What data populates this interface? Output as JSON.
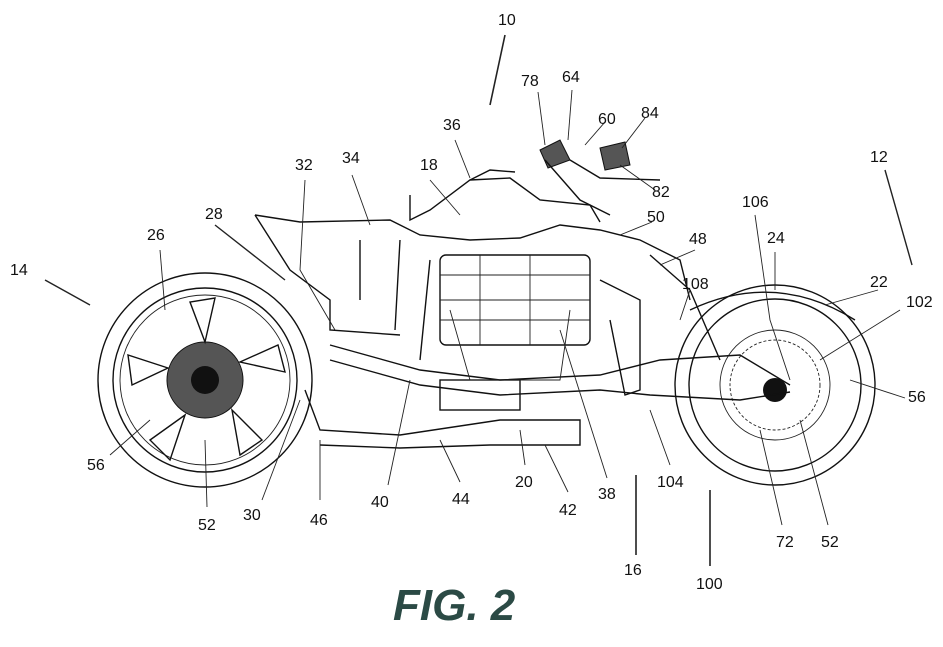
{
  "figure": {
    "caption": "FIG. 2"
  },
  "reference_numerals": {
    "r10": "10",
    "r78": "78",
    "r64": "64",
    "r60": "60",
    "r84": "84",
    "r36": "36",
    "r18": "18",
    "r32": "32",
    "r34": "34",
    "r28": "28",
    "r26": "26",
    "r14": "14",
    "r12": "12",
    "r106": "106",
    "r24": "24",
    "r50": "50",
    "r48": "48",
    "r22": "22",
    "r108": "108",
    "r102": "102",
    "r56a": "56",
    "r56b": "56",
    "r52a": "52",
    "r52b": "52",
    "r30": "30",
    "r46": "46",
    "r40": "40",
    "r44": "44",
    "r20": "20",
    "r42": "42",
    "r38": "38",
    "r104": "104",
    "r16": "16",
    "r100": "100",
    "r72": "72",
    "r82": "82"
  }
}
